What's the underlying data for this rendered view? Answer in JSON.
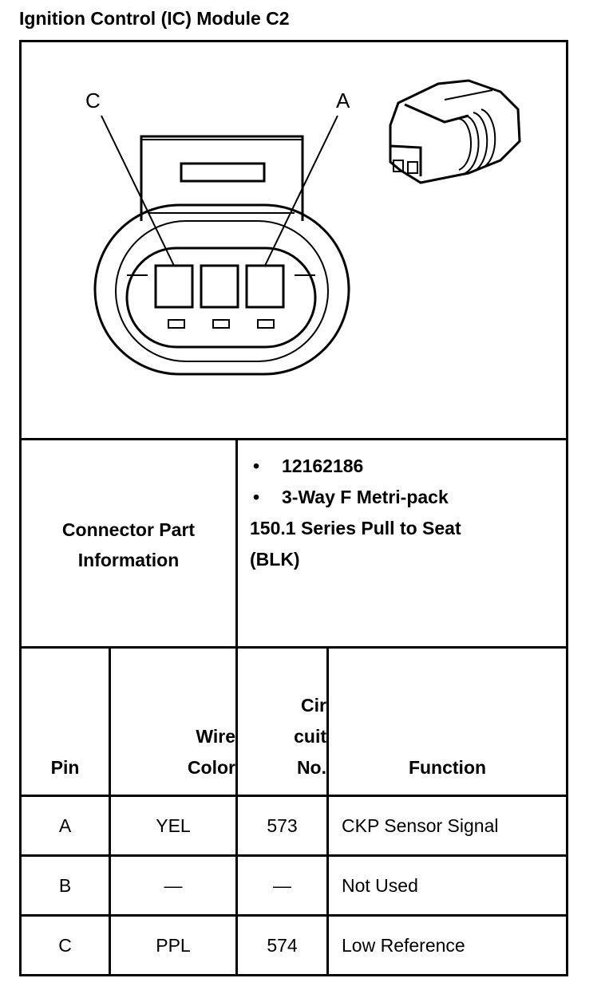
{
  "title": "Ignition Control (IC) Module C2",
  "diagram": {
    "label_c": "C",
    "label_a": "A"
  },
  "connector_part": {
    "label": "Connector Part Information",
    "bullets": [
      "12162186",
      "3-Way F Metri-pack"
    ],
    "continuation": [
      "150.1 Series Pull to Seat",
      "(BLK)"
    ]
  },
  "table": {
    "headers": {
      "pin": "Pin",
      "wire_color": [
        "Wire",
        "Color"
      ],
      "circuit": [
        "Cir",
        "cuit",
        "No."
      ],
      "function": "Function"
    },
    "rows": [
      {
        "pin": "A",
        "wire": "YEL",
        "circuit": "573",
        "function": "CKP Sensor Signal"
      },
      {
        "pin": "B",
        "wire": "—",
        "circuit": "—",
        "function": "Not Used"
      },
      {
        "pin": "C",
        "wire": "PPL",
        "circuit": "574",
        "function": "Low Reference"
      }
    ]
  }
}
